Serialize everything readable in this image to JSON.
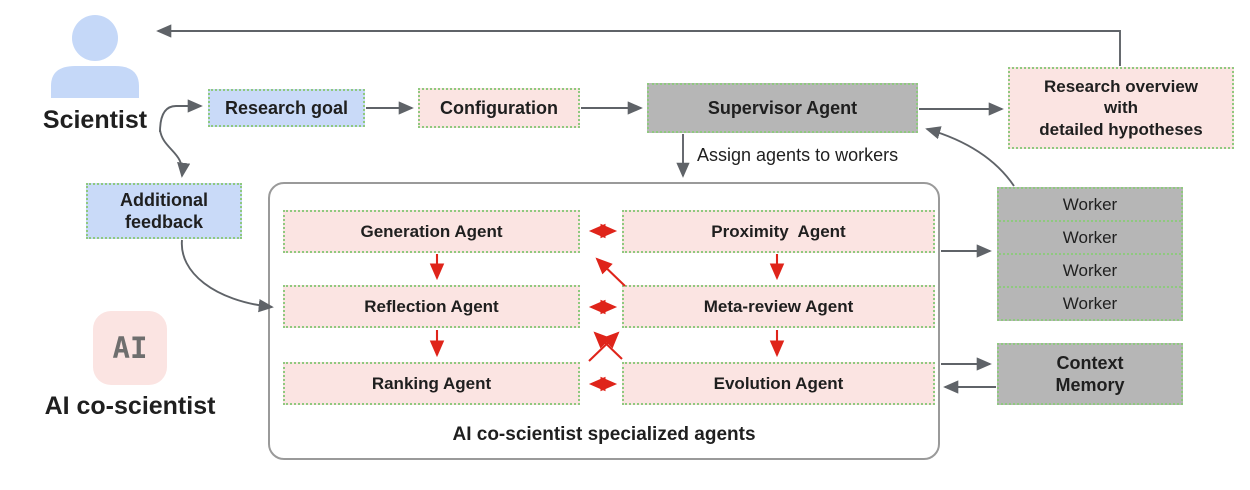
{
  "title": "AI co-scientist system diagram",
  "actors": {
    "scientist": {
      "label": "Scientist",
      "icon": "person-icon"
    },
    "ai": {
      "chip_text": "AI",
      "label": "AI co-scientist",
      "icon": "ai-chip-icon"
    }
  },
  "nodes": {
    "research_goal": {
      "label": "Research goal"
    },
    "configuration": {
      "label": "Configuration"
    },
    "supervisor": {
      "label": "Supervisor Agent"
    },
    "research_overview": {
      "label": "Research overview\nwith\ndetailed hypotheses"
    },
    "additional_feedback": {
      "label": "Additional\nfeedback"
    },
    "context_memory": {
      "label": "Context\nMemory"
    }
  },
  "assign_label": "Assign agents to workers",
  "agents_panel": {
    "caption": "AI co-scientist specialized agents",
    "agents": [
      "Generation Agent",
      "Proximity  Agent",
      "Reflection Agent",
      "Meta-review Agent",
      "Ranking Agent",
      "Evolution Agent"
    ]
  },
  "workers": [
    "Worker",
    "Worker",
    "Worker",
    "Worker"
  ],
  "palette": {
    "pink_fill": "#fbe4e2",
    "blue_fill": "#c9daf8",
    "gray_fill": "#b6b6b6",
    "dotted_border_green": "#8fc97f",
    "panel_border_gray": "#9a9a9a",
    "arrow_gray": "#5f6368",
    "arrow_red": "#df241a",
    "ai_chip_text_gray": "#6e6e6e",
    "text_black": "#1f1f1f"
  }
}
